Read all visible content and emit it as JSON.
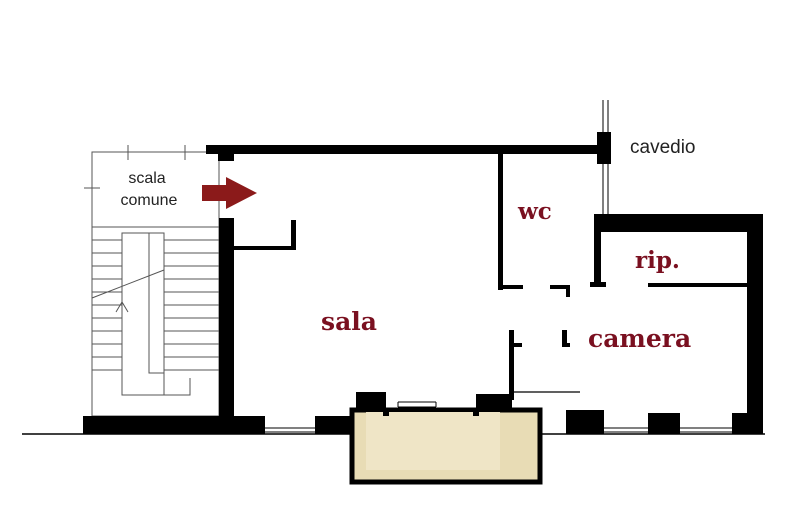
{
  "labels": {
    "stair_line1": "scala",
    "stair_line2": "comune",
    "cavedio": "cavedio",
    "wc": "wc",
    "rip": "rip.",
    "sala": "sala",
    "camera": "camera"
  },
  "colors": {
    "wall": "#000000",
    "room_label": "#7a1020",
    "entry_arrow": "#8b1a1a",
    "balcony_fill": "#e8dcb5",
    "balcony_stroke": "#000000",
    "stair_line": "#555555"
  },
  "icons": {
    "entry": "entry-arrow-icon",
    "stair_direction": "up-arrow-icon"
  }
}
